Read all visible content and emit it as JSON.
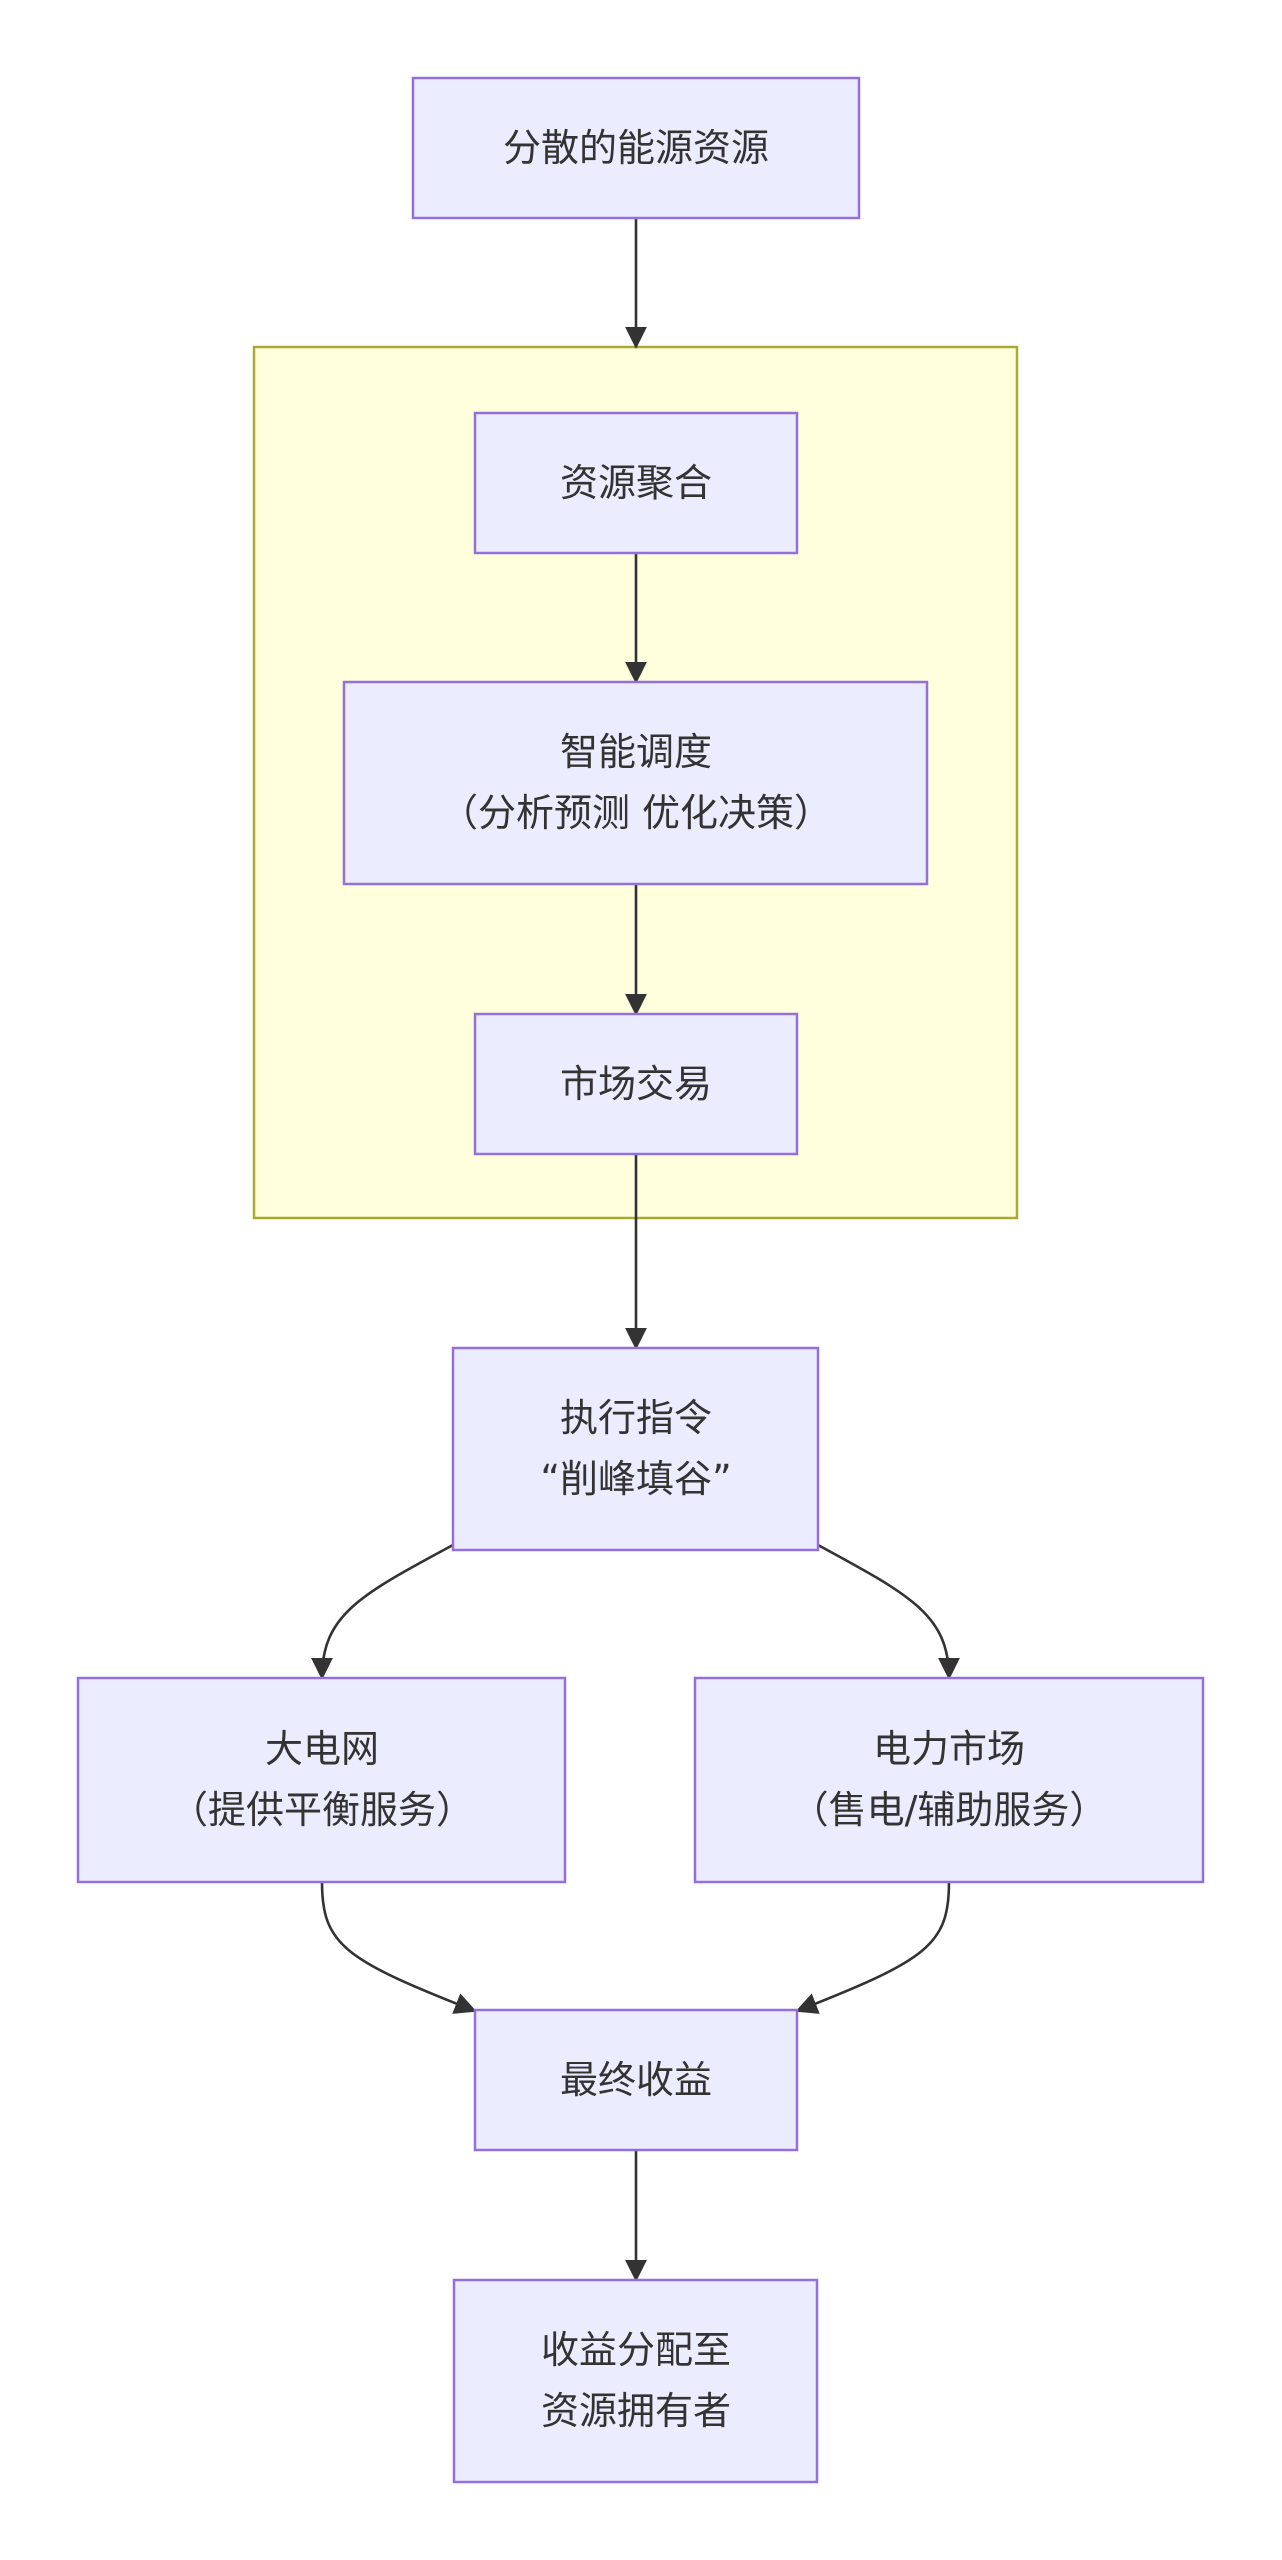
{
  "colors": {
    "node_fill": "#ECECFF",
    "node_stroke": "#9370DB",
    "cluster_fill": "#FFFFDE",
    "cluster_stroke": "#AAAA33",
    "edge": "#333333",
    "text": "#333333"
  },
  "nodes": {
    "distributed_resources": {
      "lines": [
        "分散的能源资源"
      ]
    },
    "resource_aggregation": {
      "lines": [
        "资源聚合"
      ]
    },
    "smart_dispatch": {
      "lines": [
        "智能调度",
        "（分析预测 优化决策）"
      ]
    },
    "market_trading": {
      "lines": [
        "市场交易"
      ]
    },
    "execute_command": {
      "lines": [
        "执行指令",
        "“削峰填谷”"
      ]
    },
    "main_grid": {
      "lines": [
        "大电网",
        "（提供平衡服务）"
      ]
    },
    "power_market": {
      "lines": [
        "电力市场",
        "（售电/辅助服务）"
      ]
    },
    "final_revenue": {
      "lines": [
        "最终收益"
      ]
    },
    "revenue_distribution": {
      "lines": [
        "收益分配至",
        "资源拥有者"
      ]
    }
  },
  "edges": [
    {
      "from": "distributed_resources",
      "to": "resource_aggregation"
    },
    {
      "from": "resource_aggregation",
      "to": "smart_dispatch"
    },
    {
      "from": "smart_dispatch",
      "to": "market_trading"
    },
    {
      "from": "market_trading",
      "to": "execute_command"
    },
    {
      "from": "execute_command",
      "to": "main_grid"
    },
    {
      "from": "execute_command",
      "to": "power_market"
    },
    {
      "from": "main_grid",
      "to": "final_revenue"
    },
    {
      "from": "power_market",
      "to": "final_revenue"
    },
    {
      "from": "final_revenue",
      "to": "revenue_distribution"
    }
  ]
}
